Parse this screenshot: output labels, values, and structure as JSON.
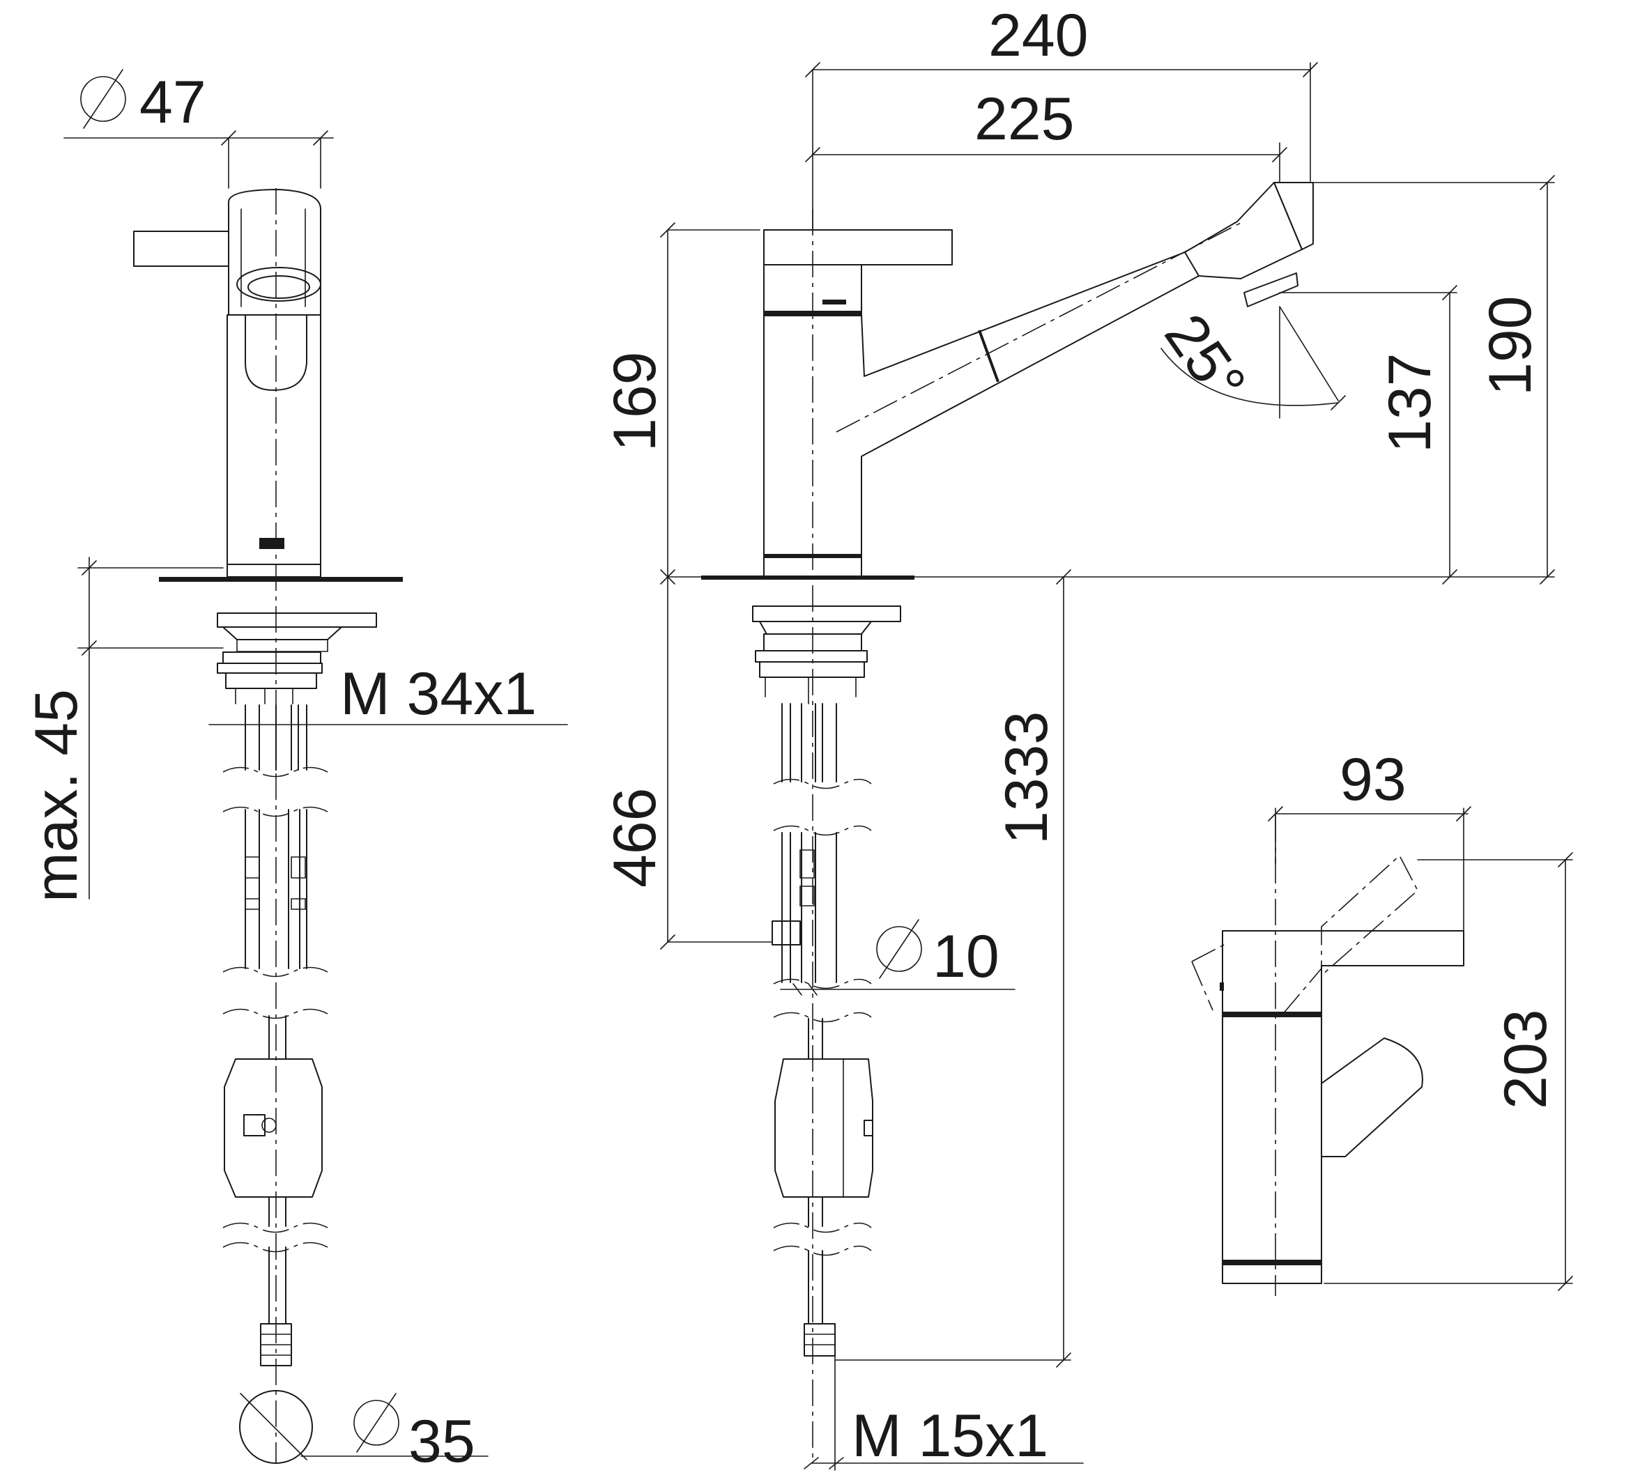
{
  "dimensions": {
    "d47": "47",
    "d240": "240",
    "d225": "225",
    "d169": "169",
    "d25deg": "25°",
    "d137": "137",
    "d190": "190",
    "max45": "max. 45",
    "m34": "M 34x1",
    "d466": "466",
    "d1333": "1333",
    "d93": "93",
    "d10": "10",
    "d203": "203",
    "d35": "35",
    "m15": "M 15x1"
  },
  "symbols": {
    "diameter": "∅"
  }
}
